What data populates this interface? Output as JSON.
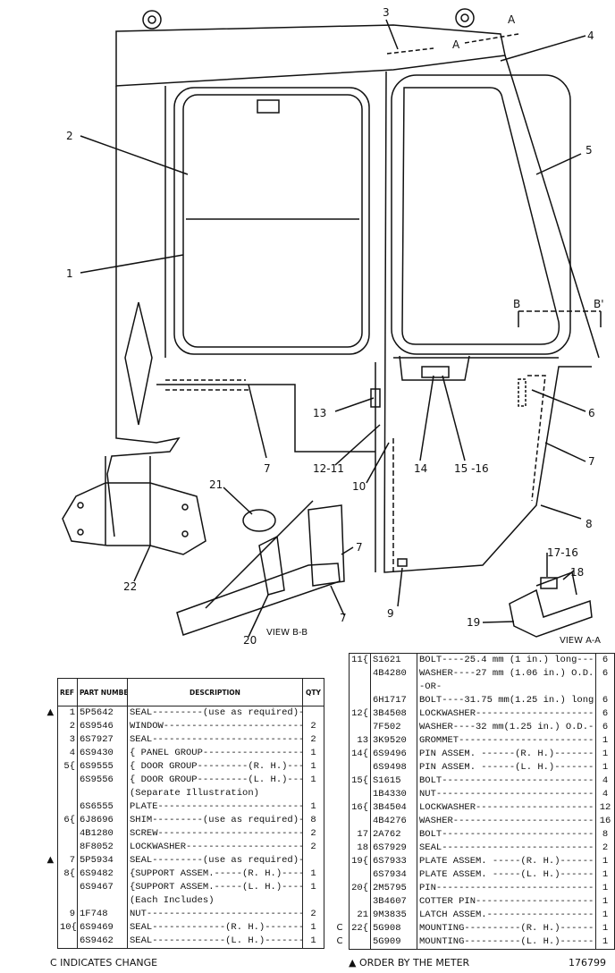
{
  "callouts": {
    "c1": "1",
    "c2": "2",
    "c3": "3",
    "c4": "4",
    "c5": "5",
    "c6": "6",
    "c7a": "7",
    "c7b": "7",
    "c7c": "7",
    "c7d": "7",
    "c8": "8",
    "c9": "9",
    "c10": "10",
    "c1211": "12-11",
    "c13": "13",
    "c14": "14",
    "c1516": "15 -16",
    "c1716": "17-16",
    "c18": "18",
    "c19": "19",
    "c20": "20",
    "c21": "21",
    "c22": "22",
    "a1": "A",
    "a2": "A",
    "b1": "B",
    "b2": "B'"
  },
  "views": {
    "bb": "VIEW B-B",
    "aa": "VIEW A-A"
  },
  "table_left": {
    "headers": {
      "ref": "REF NO.",
      "part": "PART NUMBER",
      "desc": "DESCRIPTION",
      "qty": "QTY"
    },
    "rows": [
      {
        "ref": "1",
        "part": "5P5642",
        "desc": "SEAL---------(use as required)------",
        "qty": "",
        "mark": "▲"
      },
      {
        "ref": "2",
        "part": "6S9546",
        "desc": "WINDOW-----------------------------",
        "qty": "2"
      },
      {
        "ref": "3",
        "part": "6S7927",
        "desc": "SEAL-------------------------------",
        "qty": "2"
      },
      {
        "ref": "4",
        "part": "6S9430",
        "desc": "{ PANEL GROUP------------------------",
        "qty": "1"
      },
      {
        "ref": "5{",
        "part": "6S9555",
        "desc": "{ DOOR GROUP---------(R. H.)--------",
        "qty": "1"
      },
      {
        "ref": "",
        "part": "6S9556",
        "desc": "{ DOOR GROUP---------(L. H.)--------",
        "qty": "1"
      },
      {
        "ref": "",
        "part": "",
        "desc": "        (Separate Illustration)",
        "qty": ""
      },
      {
        "ref": "",
        "part": "6S6555",
        "desc": "PLATE-------------------------------",
        "qty": "1"
      },
      {
        "ref": "6{",
        "part": "6J8696",
        "desc": "SHIM---------(use as required)-----",
        "qty": "8"
      },
      {
        "ref": "",
        "part": "4B1280",
        "desc": "SCREW-------------------------------",
        "qty": "2"
      },
      {
        "ref": "",
        "part": "8F8052",
        "desc": "LOCKWASHER--------------------------",
        "qty": "2"
      },
      {
        "ref": "7",
        "part": "5P5934",
        "desc": "SEAL---------(use as required)------",
        "qty": "",
        "mark": "▲"
      },
      {
        "ref": "8{",
        "part": "6S9482",
        "desc": "{SUPPORT ASSEM.-----(R. H.)--------",
        "qty": "1"
      },
      {
        "ref": "",
        "part": "6S9467",
        "desc": "{SUPPORT ASSEM.-----(L. H.)--------",
        "qty": "1"
      },
      {
        "ref": "",
        "part": "",
        "desc": "        (Each Includes)",
        "qty": ""
      },
      {
        "ref": "9",
        "part": "1F748",
        "desc": "    NUT-----------------------------",
        "qty": "2"
      },
      {
        "ref": "10{",
        "part": "6S9469",
        "desc": "SEAL-------------(R. H.)-----------",
        "qty": "1"
      },
      {
        "ref": "",
        "part": "6S9462",
        "desc": "SEAL-------------(L. H.)-----------",
        "qty": "1"
      }
    ]
  },
  "table_right": {
    "rows": [
      {
        "ref": "11{",
        "part": "S1621",
        "desc": "BOLT----25.4 mm (1 in.) long----",
        "qty": "6"
      },
      {
        "ref": "",
        "part": "4B4280",
        "desc": "WASHER----27 mm (1.06 in.) O.D.--",
        "qty": "6"
      },
      {
        "ref": "",
        "part": "",
        "desc": "              -OR-",
        "qty": ""
      },
      {
        "ref": "",
        "part": "6H1717",
        "desc": "BOLT----31.75 mm(1.25 in.) long---",
        "qty": "6"
      },
      {
        "ref": "12{",
        "part": "3B4508",
        "desc": "LOCKWASHER------------------------",
        "qty": "6"
      },
      {
        "ref": "",
        "part": "7F502",
        "desc": "WASHER----32 mm(1.25 in.) O.D.---",
        "qty": "6"
      },
      {
        "ref": "13",
        "part": "3K9520",
        "desc": "GROMMET---------------------------",
        "qty": "1"
      },
      {
        "ref": "14{",
        "part": "6S9496",
        "desc": "PIN ASSEM. ------(R. H.)---------",
        "qty": "1"
      },
      {
        "ref": "",
        "part": "6S9498",
        "desc": "PIN ASSEM. ------(L. H.)---------",
        "qty": "1"
      },
      {
        "ref": "15{",
        "part": "S1615",
        "desc": "BOLT------------------------------",
        "qty": "4"
      },
      {
        "ref": "",
        "part": "1B4330",
        "desc": "NUT-------------------------------",
        "qty": "4"
      },
      {
        "ref": "16{",
        "part": "3B4504",
        "desc": "LOCKWASHER------------------------",
        "qty": "12"
      },
      {
        "ref": "",
        "part": "4B4276",
        "desc": "WASHER----------------------------",
        "qty": "16"
      },
      {
        "ref": "17",
        "part": "2A762",
        "desc": "BOLT------------------------------",
        "qty": "8"
      },
      {
        "ref": "18",
        "part": "6S7929",
        "desc": "SEAL------------------------------",
        "qty": "2"
      },
      {
        "ref": "19{",
        "part": "6S7933",
        "desc": "PLATE ASSEM. -----(R. H.)--------",
        "qty": "1"
      },
      {
        "ref": "",
        "part": "6S7934",
        "desc": "PLATE ASSEM. -----(L. H.)--------",
        "qty": "1"
      },
      {
        "ref": "20{",
        "part": "2M5795",
        "desc": "PIN-------------------------------",
        "qty": "1"
      },
      {
        "ref": "",
        "part": "3B4607",
        "desc": "COTTER PIN------------------------",
        "qty": "1"
      },
      {
        "ref": "21",
        "part": "9M3835",
        "desc": "LATCH ASSEM.----------------------",
        "qty": "1"
      },
      {
        "ref": "22{",
        "part": "5G908",
        "desc": "MOUNTING----------(R. H.)--------",
        "qty": "1",
        "mark": "C"
      },
      {
        "ref": "",
        "part": "5G909",
        "desc": "MOUNTING----------(L. H.)--------",
        "qty": "1",
        "mark": "C"
      }
    ]
  },
  "footer": {
    "change_note": "C INDICATES CHANGE",
    "meter_note": "▲ ORDER BY THE METER",
    "drawing_no": "176799"
  }
}
